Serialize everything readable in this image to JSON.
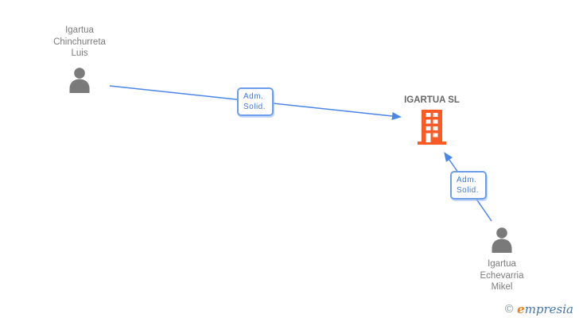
{
  "diagram": {
    "type": "corporate-relations-graph",
    "nodes": [
      {
        "id": "person-luis",
        "type": "person",
        "label": "Igartua\nChinchurreta\nLuis"
      },
      {
        "id": "company-igartua-sl",
        "type": "company",
        "label": "IGARTUA SL"
      },
      {
        "id": "person-mikel",
        "type": "person",
        "label": "Igartua\nEchevarria\nMikel"
      }
    ],
    "edges": [
      {
        "from": "person-luis",
        "to": "company-igartua-sl",
        "label": "Adm.\nSolid."
      },
      {
        "from": "person-mikel",
        "to": "company-igartua-sl",
        "label": "Adm.\nSolid."
      }
    ],
    "colors": {
      "edge_blue": "#4a86e8",
      "edge_label_border": "#6d9eeb",
      "edge_label_text": "#3d7ae0",
      "person_gray": "#7a7a7a",
      "node_text_gray": "#7b7b7b",
      "company_text_gray": "#666666",
      "building_orange": "#fa5a26"
    }
  },
  "watermark": {
    "symbol": "©",
    "name_first_letter": "e",
    "name_rest": "mpresia"
  }
}
